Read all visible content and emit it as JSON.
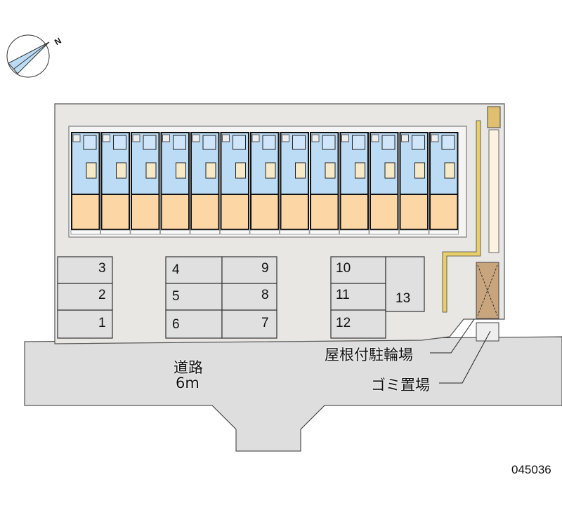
{
  "compass": {
    "north_label": "N"
  },
  "road": {
    "name": "道路",
    "width": "6m"
  },
  "building": {
    "unit_count": 13
  },
  "parking": [
    {
      "id": "1",
      "label": "1"
    },
    {
      "id": "2",
      "label": "2"
    },
    {
      "id": "3",
      "label": "3"
    },
    {
      "id": "4",
      "label": "4"
    },
    {
      "id": "5",
      "label": "5"
    },
    {
      "id": "6",
      "label": "6"
    },
    {
      "id": "7",
      "label": "7"
    },
    {
      "id": "8",
      "label": "8"
    },
    {
      "id": "9",
      "label": "9"
    },
    {
      "id": "10",
      "label": "10"
    },
    {
      "id": "11",
      "label": "11"
    },
    {
      "id": "12",
      "label": "12"
    },
    {
      "id": "13",
      "label": "13"
    }
  ],
  "callouts": {
    "bicycle_parking": "屋根付駐輪場",
    "garbage": "ゴミ置場"
  },
  "code": "045036",
  "colors": {
    "lot": "#e9e7e4",
    "road": "#dedede",
    "unit_upper": "#bcdcf5",
    "unit_lower": "#fcd6a4",
    "bike": "#c9a57e",
    "walkway": "#e8cf6a"
  }
}
